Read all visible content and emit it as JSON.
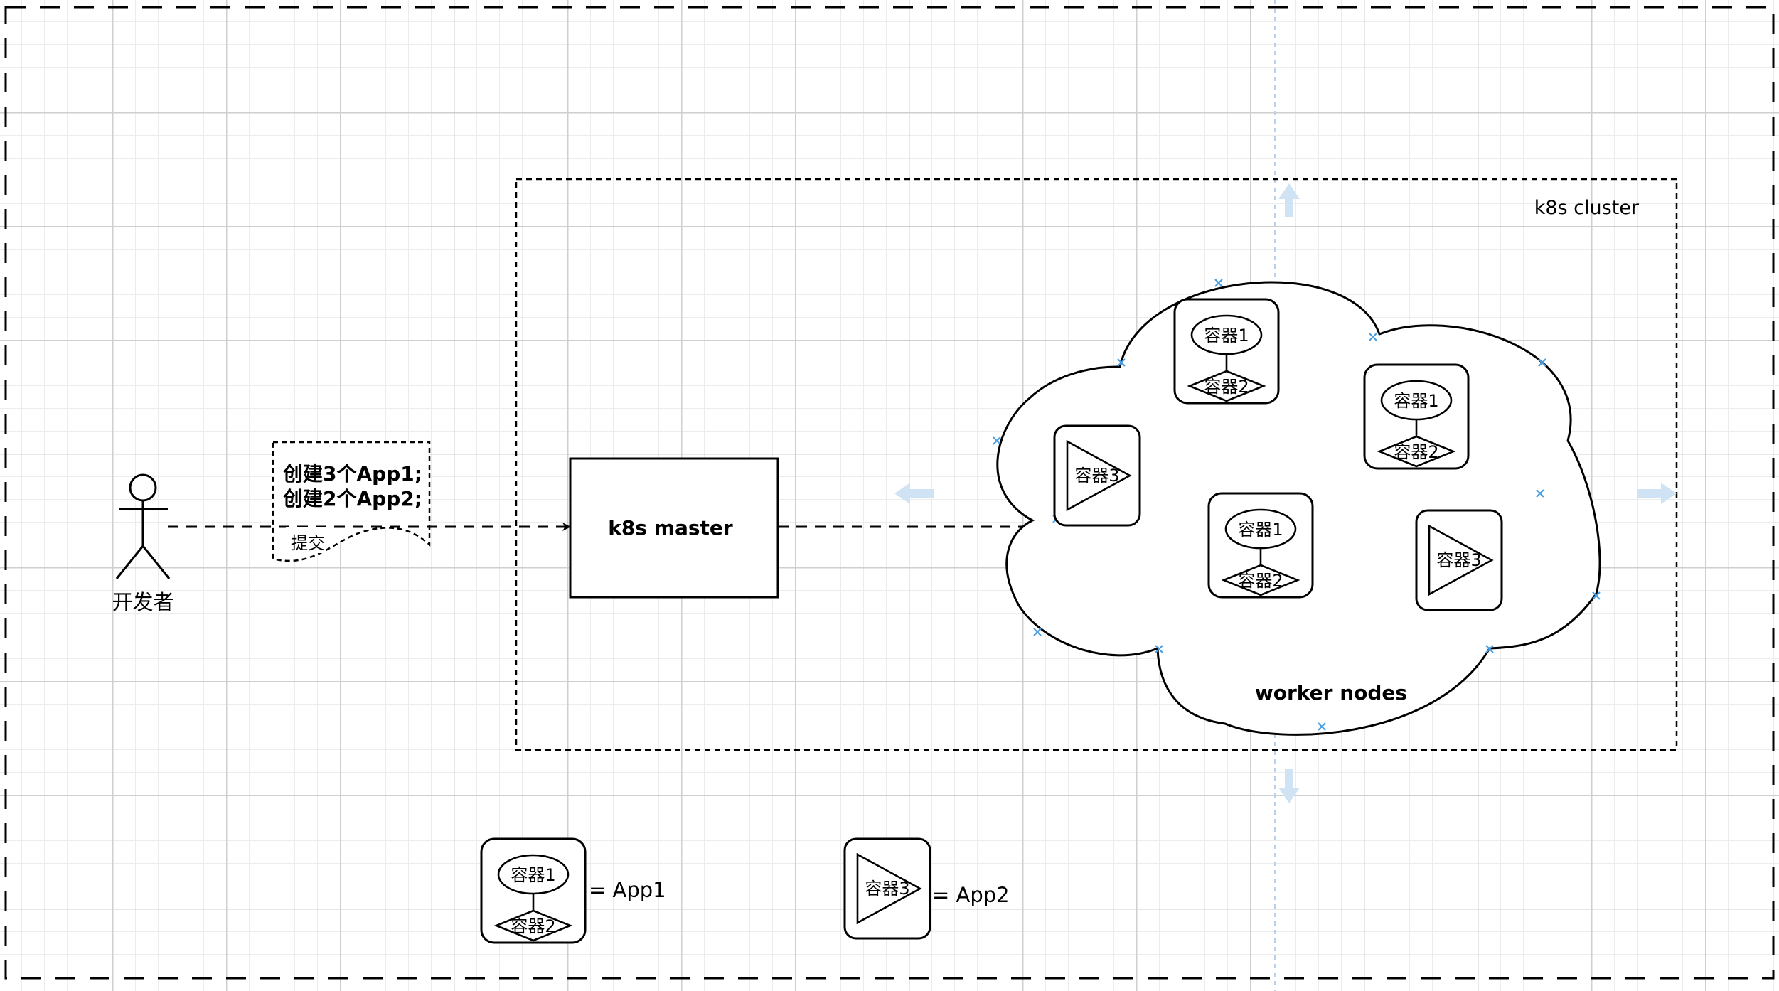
{
  "actor": {
    "label": "开发者"
  },
  "request_note": {
    "line1": "创建3个App1;",
    "line2": "创建2个App2;",
    "caption": "提交"
  },
  "cluster": {
    "label": "k8s cluster"
  },
  "master": {
    "label": "k8s master"
  },
  "workers": {
    "label": "worker nodes"
  },
  "app1": {
    "top": "容器1",
    "bottom": "容器2"
  },
  "app2": {
    "label": "容器3"
  },
  "legend": {
    "app1_eq": "= App1",
    "app2_eq": "= App2"
  },
  "colors": {
    "stroke": "#000000",
    "grid_major": "#cfcfcf",
    "grid_minor": "#ececec",
    "selection_handle": "#4a9fe3",
    "hover_hint": "#cfe3f5"
  }
}
